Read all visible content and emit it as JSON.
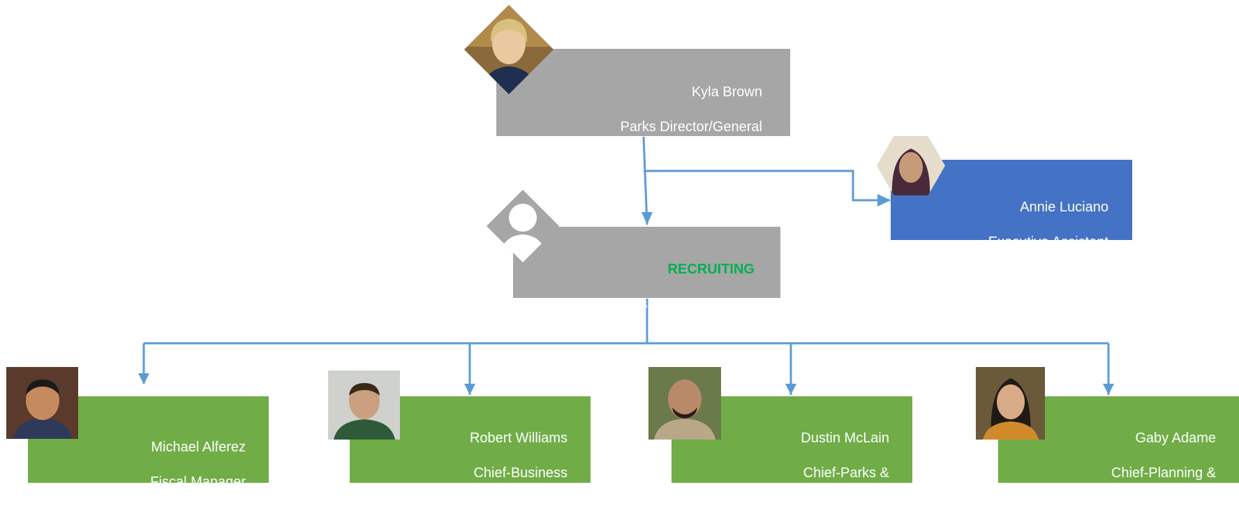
{
  "director": {
    "name": "Kyla Brown",
    "title": "Parks Director/General\nManager"
  },
  "assistant": {
    "name": "Annie Luciano",
    "title": "Executive Assistant"
  },
  "asst_director": {
    "status": "RECRUITING",
    "title": "Asst. Parks Director"
  },
  "reports": [
    {
      "name": "Michael Alferez",
      "title": "Fiscal Manager"
    },
    {
      "name": "Robert Williams",
      "title": "Chief-Business\nOperations"
    },
    {
      "name": "Dustin McLain",
      "title": "Chief-Parks &\nResources"
    },
    {
      "name": "Gaby Adame",
      "title": "Chief-Planning &\nDevelopment"
    }
  ],
  "colors": {
    "director_box": "#a6a6a6",
    "assistant_box": "#4472c4",
    "report_box": "#70ad47",
    "recruiting_text": "#00b050",
    "connector": "#5b9bd5"
  }
}
